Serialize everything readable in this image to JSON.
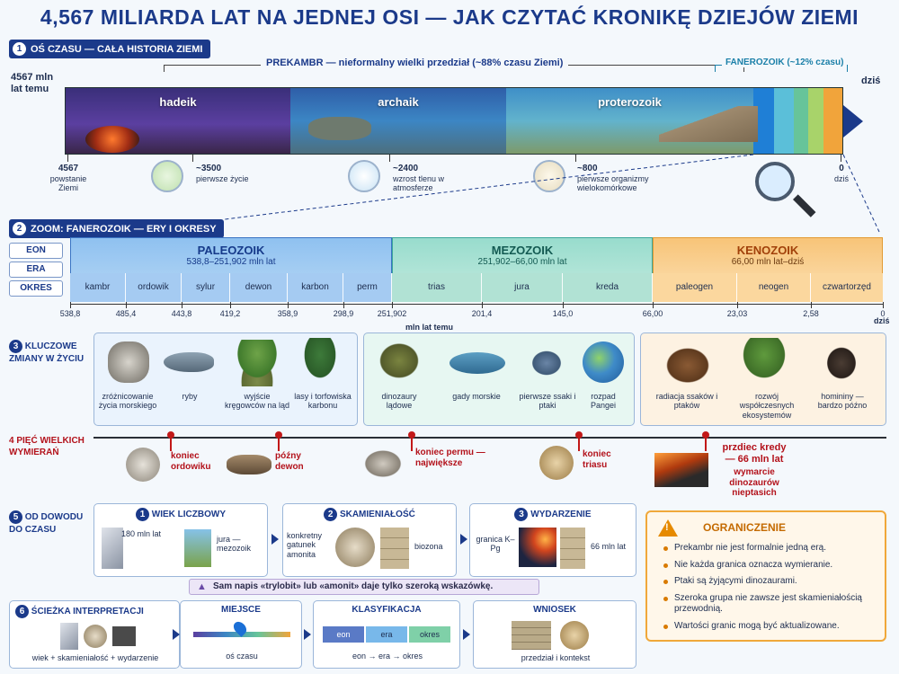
{
  "title": "4,567 MILIARDA LAT NA JEDNEJ OSI — JAK CZYTAĆ KRONIKĘ DZIEJÓW ZIEMI",
  "s1": {
    "num": "1",
    "label": "OŚ CZASU — CAŁA HISTORIA ZIEMI",
    "start_label": "4567 mln lat temu",
    "end_label": "dziś",
    "precambrian": "PREKAMBR — nieformalny wielki przedział (~88% czasu Ziemi)",
    "phanerozoic": "FANEROZOIK (~12% czasu)",
    "eons": [
      "hadeik",
      "archaik",
      "proterozoik"
    ],
    "markers": [
      {
        "value": "4567",
        "text": "powstanie Ziemi"
      },
      {
        "value": "~3500",
        "text": "pierwsze życie"
      },
      {
        "value": "~2400",
        "text": "wzrost tlenu w atmosferze"
      },
      {
        "value": "~800",
        "text": "pierwsze organizmy wielokomórkowe"
      },
      {
        "value": "0",
        "text": "dziś"
      }
    ]
  },
  "s2": {
    "num": "2",
    "label": "ZOOM: FANEROZOIK — ERY I OKRESY",
    "rows": [
      "EON",
      "ERA",
      "OKRES"
    ],
    "eras": [
      {
        "name": "PALEOZOIK",
        "range": "538,8–251,902 mln lat"
      },
      {
        "name": "MEZOZOIK",
        "range": "251,902–66,00 mln lat"
      },
      {
        "name": "KENOZOIK",
        "range": "66,00 mln lat–dziś"
      }
    ],
    "periods": [
      "kambr",
      "ordowik",
      "sylur",
      "dewon",
      "karbon",
      "perm",
      "trias",
      "jura",
      "kreda",
      "paleogen",
      "neogen",
      "czwartorzęd"
    ],
    "ticks": [
      "538,8",
      "485,4",
      "443,8",
      "419,2",
      "358,9",
      "298,9",
      "251,902",
      "201,4",
      "145,0",
      "66,00",
      "23,03",
      "2,58",
      "0"
    ],
    "tick_end": "dziś",
    "unit": "mln lat temu"
  },
  "s3": {
    "num": "3",
    "label": "KLUCZOWE ZMIANY W ŻYCIU",
    "items": [
      "zróżnicowanie życia morskiego",
      "ryby",
      "wyjście kręgowców na ląd",
      "lasy i torfowiska karbonu",
      "dinozaury lądowe",
      "gady morskie",
      "pierwsze ssaki i ptaki",
      "rozpad Pangei",
      "radiacja ssaków i ptaków",
      "rozwój współczesnych ekosystemów",
      "homininy — bardzo późno"
    ]
  },
  "s4": {
    "num": "4",
    "label": "PIĘĆ WIELKICH WYMIERAŃ",
    "events": [
      "koniec ordowiku",
      "późny dewon",
      "koniec permu — największe",
      "koniec triasu",
      "przdiec kredy — 66 mln lat"
    ],
    "note": "wymarcie dinozaurów nieptasich"
  },
  "s5": {
    "num": "5",
    "label": "OD DOWODU DO CZASU",
    "cards": [
      {
        "num": "1",
        "title": "WIEK LICZBOWY",
        "a": "180 mln lat",
        "b": "jura — mezozoik"
      },
      {
        "num": "2",
        "title": "SKAMIENIAŁOŚĆ",
        "a": "konkretny gatunek amonita",
        "b": "biozona"
      },
      {
        "num": "3",
        "title": "WYDARZENIE",
        "a": "granica K–Pg",
        "b": "66 mln lat"
      }
    ],
    "warning": "Sam napis «trylobit» lub «amonit» daje tylko szeroką wskazówkę."
  },
  "s6": {
    "num": "6",
    "label": "ŚCIEŻKA INTERPRETACJI",
    "steps": [
      {
        "title": "",
        "text": "wiek + skamieniałość + wydarzenie"
      },
      {
        "title": "MIEJSCE",
        "text": "oś czasu"
      },
      {
        "title": "KLASYFIKACJA",
        "text": "eon → era → okres",
        "chips": [
          "eon",
          "era",
          "okres"
        ]
      },
      {
        "title": "WNIOSEK",
        "text": "przedział i kontekst"
      }
    ]
  },
  "limits": {
    "title": "OGRANICZENIE",
    "items": [
      "Prekambr nie jest formalnie jedną erą.",
      "Nie każda granica oznacza wymieranie.",
      "Ptaki są żyjącymi dinozaurami.",
      "Szeroka grupa nie zawsze jest skamieniałością przewodnią.",
      "Wartości granic mogą być aktualizowane."
    ]
  }
}
